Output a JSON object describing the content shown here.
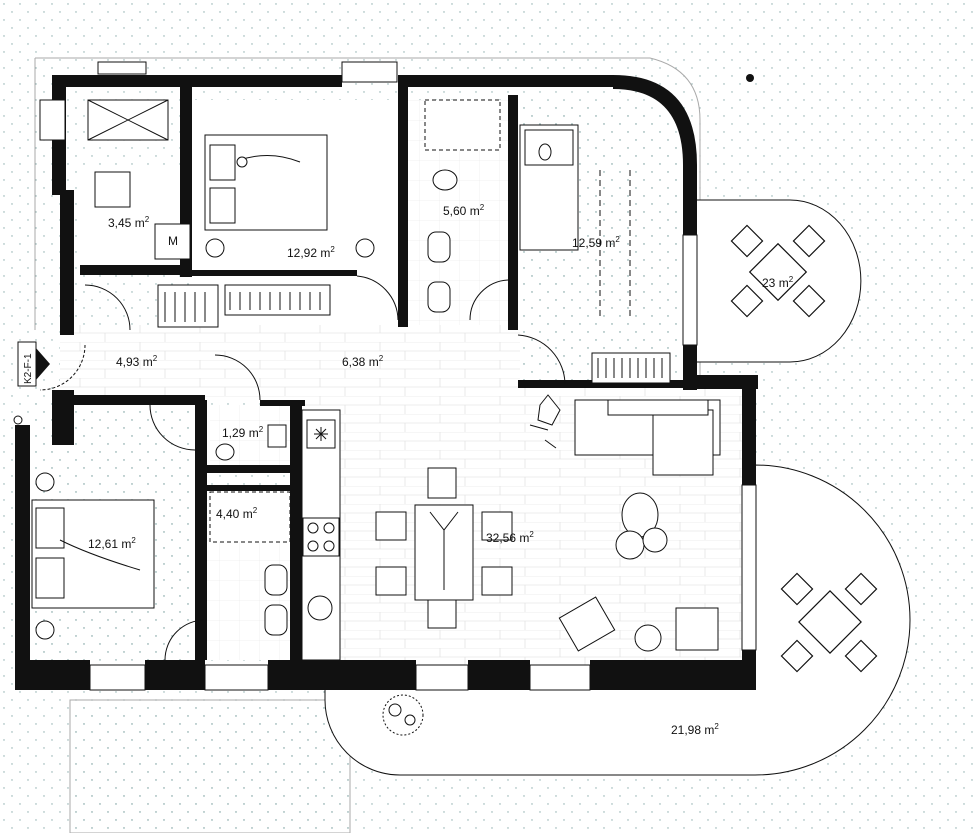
{
  "rooms": {
    "utility": {
      "area": "3,45",
      "unit": "m",
      "exp": "2"
    },
    "bedroom1": {
      "area": "12,92",
      "unit": "m",
      "exp": "2"
    },
    "bath1": {
      "area": "5,60",
      "unit": "m",
      "exp": "2"
    },
    "bedroom2": {
      "area": "12,59",
      "unit": "m",
      "exp": "2"
    },
    "terrace1": {
      "area": "23",
      "unit": "m",
      "exp": "2"
    },
    "entry": {
      "area": "4,93",
      "unit": "m",
      "exp": "2"
    },
    "hall": {
      "area": "6,38",
      "unit": "m",
      "exp": "2"
    },
    "wc": {
      "area": "1,29",
      "unit": "m",
      "exp": "2"
    },
    "bath2": {
      "area": "4,40",
      "unit": "m",
      "exp": "2"
    },
    "bedroom3": {
      "area": "12,61",
      "unit": "m",
      "exp": "2"
    },
    "living": {
      "area": "32,56",
      "unit": "m",
      "exp": "2"
    },
    "terrace2": {
      "area": "21,98",
      "unit": "m",
      "exp": "2"
    }
  },
  "labels": {
    "boiler": "M",
    "entrance_tag": "K2-F-1"
  }
}
